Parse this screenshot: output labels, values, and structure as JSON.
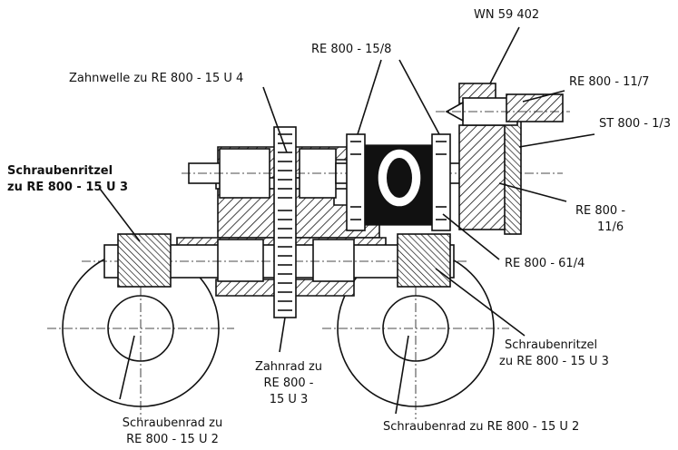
{
  "labels": {
    "wn": "WN 59 402",
    "re_15_8": "RE 800 - 15/8",
    "re_11_7": "RE 800 - 11/7",
    "st_1_3": "ST 800 - 1/3",
    "zahnwelle": "Zahnwelle zu RE 800 - 15 U 4",
    "schraubenritzel_left_1": "Schraubenritzel",
    "schraubenritzel_left_2": "zu RE 800 - 15 U 3",
    "re_11_6_1": "RE 800 -",
    "re_11_6_2": "11/6",
    "re_61_4": "RE 800 - 61/4",
    "zahnrad_1": "Zahnrad zu",
    "zahnrad_2": "RE 800 -",
    "zahnrad_3": "15 U 3",
    "schraubenritzel_right_1": "Schraubenritzel",
    "schraubenritzel_right_2": "zu RE 800 - 15 U 3",
    "schraubenrad_left_1": "Schraubenrad zu",
    "schraubenrad_left_2": "RE 800 - 15 U 2",
    "schraubenrad_right": "Schraubenrad zu RE 800 - 15 U 2"
  }
}
